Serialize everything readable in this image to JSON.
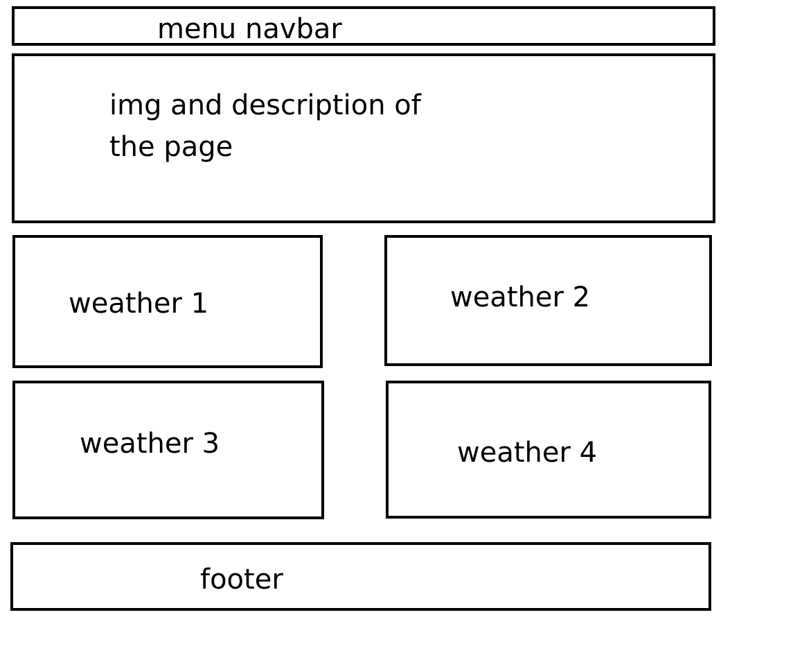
{
  "navbar": {
    "label": "menu navbar"
  },
  "hero": {
    "line1": "img and description of",
    "line2": "the page"
  },
  "weather": [
    {
      "label": "weather 1"
    },
    {
      "label": "weather 2"
    },
    {
      "label": "weather 3"
    },
    {
      "label": "weather 4"
    }
  ],
  "footer": {
    "label": "footer"
  },
  "colors": {
    "stroke": "#000000",
    "background": "#ffffff"
  }
}
